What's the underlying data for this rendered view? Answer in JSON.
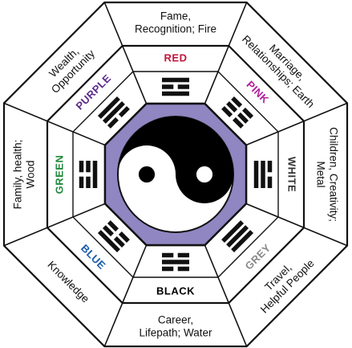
{
  "areas": [
    {
      "key": "n",
      "outer": [
        "Fame,",
        "Recognition; Fire"
      ],
      "color_label": "RED",
      "color_hex": "#c0143c",
      "trigram": [
        1,
        0,
        1
      ]
    },
    {
      "key": "ne",
      "outer": [
        "Marriage,",
        "Relationships; Earth"
      ],
      "color_label": "PINK",
      "color_hex": "#b0209a",
      "trigram": [
        0,
        0,
        0
      ]
    },
    {
      "key": "e",
      "outer": [
        "Children, Creativity;",
        "Metal"
      ],
      "color_label": "WHITE",
      "color_hex": "#333333",
      "trigram": [
        0,
        1,
        1
      ]
    },
    {
      "key": "se",
      "outer": [
        "Travel,",
        "Helpful People"
      ],
      "color_label": "GREY",
      "color_hex": "#888888",
      "trigram": [
        1,
        1,
        1
      ]
    },
    {
      "key": "s",
      "outer": [
        "Career,",
        "Lifepath; Water"
      ],
      "color_label": "BLACK",
      "color_hex": "#000000",
      "trigram": [
        0,
        1,
        0
      ]
    },
    {
      "key": "sw",
      "outer": [
        "Knowledge"
      ],
      "color_label": "BLUE",
      "color_hex": "#1a5bab",
      "trigram": [
        1,
        0,
        0
      ]
    },
    {
      "key": "w",
      "outer": [
        "Family, health;",
        "Wood"
      ],
      "color_label": "GREEN",
      "color_hex": "#1f8a3a",
      "trigram": [
        0,
        0,
        1
      ]
    },
    {
      "key": "nw",
      "outer": [
        "Wealth,",
        "Opportunity"
      ],
      "color_label": "PURPLE",
      "color_hex": "#5b2a8c",
      "trigram": [
        1,
        1,
        0
      ]
    }
  ],
  "center": {
    "ring_color": "#8f86c2",
    "yin_color": "#000000",
    "yang_color": "#ffffff"
  }
}
